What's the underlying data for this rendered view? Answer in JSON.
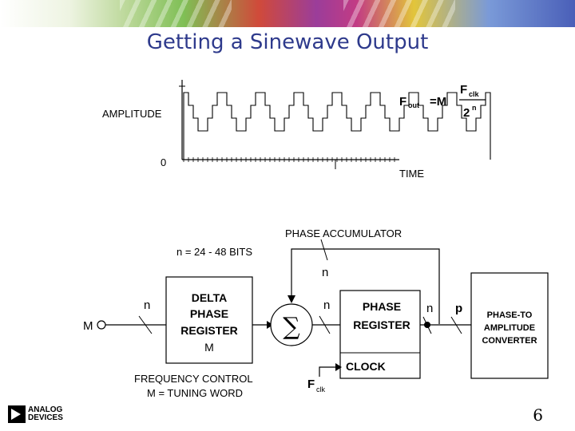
{
  "title": "Getting a Sinewave Output",
  "waveform": {
    "y_label": "AMPLITUDE",
    "zero_label": "0",
    "x_label": "TIME"
  },
  "formula": {
    "lhs": "F",
    "lhs_sub": "out",
    "equals": "=M",
    "numerator": "F",
    "numerator_sub": "clk",
    "denominator": "2",
    "denominator_sup": "n"
  },
  "diagram": {
    "phase_accumulator": "PHASE ACCUMULATOR",
    "bits_note": "n = 24 - 48 BITS",
    "feedback_width": "n",
    "input_label": "M",
    "input_width": "n",
    "delta_phase": [
      "DELTA",
      "PHASE",
      "REGISTER",
      "M"
    ],
    "adder_width": "n",
    "phase_register": [
      "PHASE",
      "REGISTER"
    ],
    "output_width_n": "n",
    "output_width_p": "p",
    "converter": [
      "PHASE-TO",
      "AMPLITUDE",
      "CONVERTER"
    ],
    "clock": "CLOCK",
    "fclk": "F",
    "fclk_sub": "clk",
    "freq_control": "FREQUENCY CONTROL",
    "tuning_word": "M = TUNING WORD"
  },
  "logo": [
    "ANALOG",
    "DEVICES"
  ],
  "page_number": "6"
}
